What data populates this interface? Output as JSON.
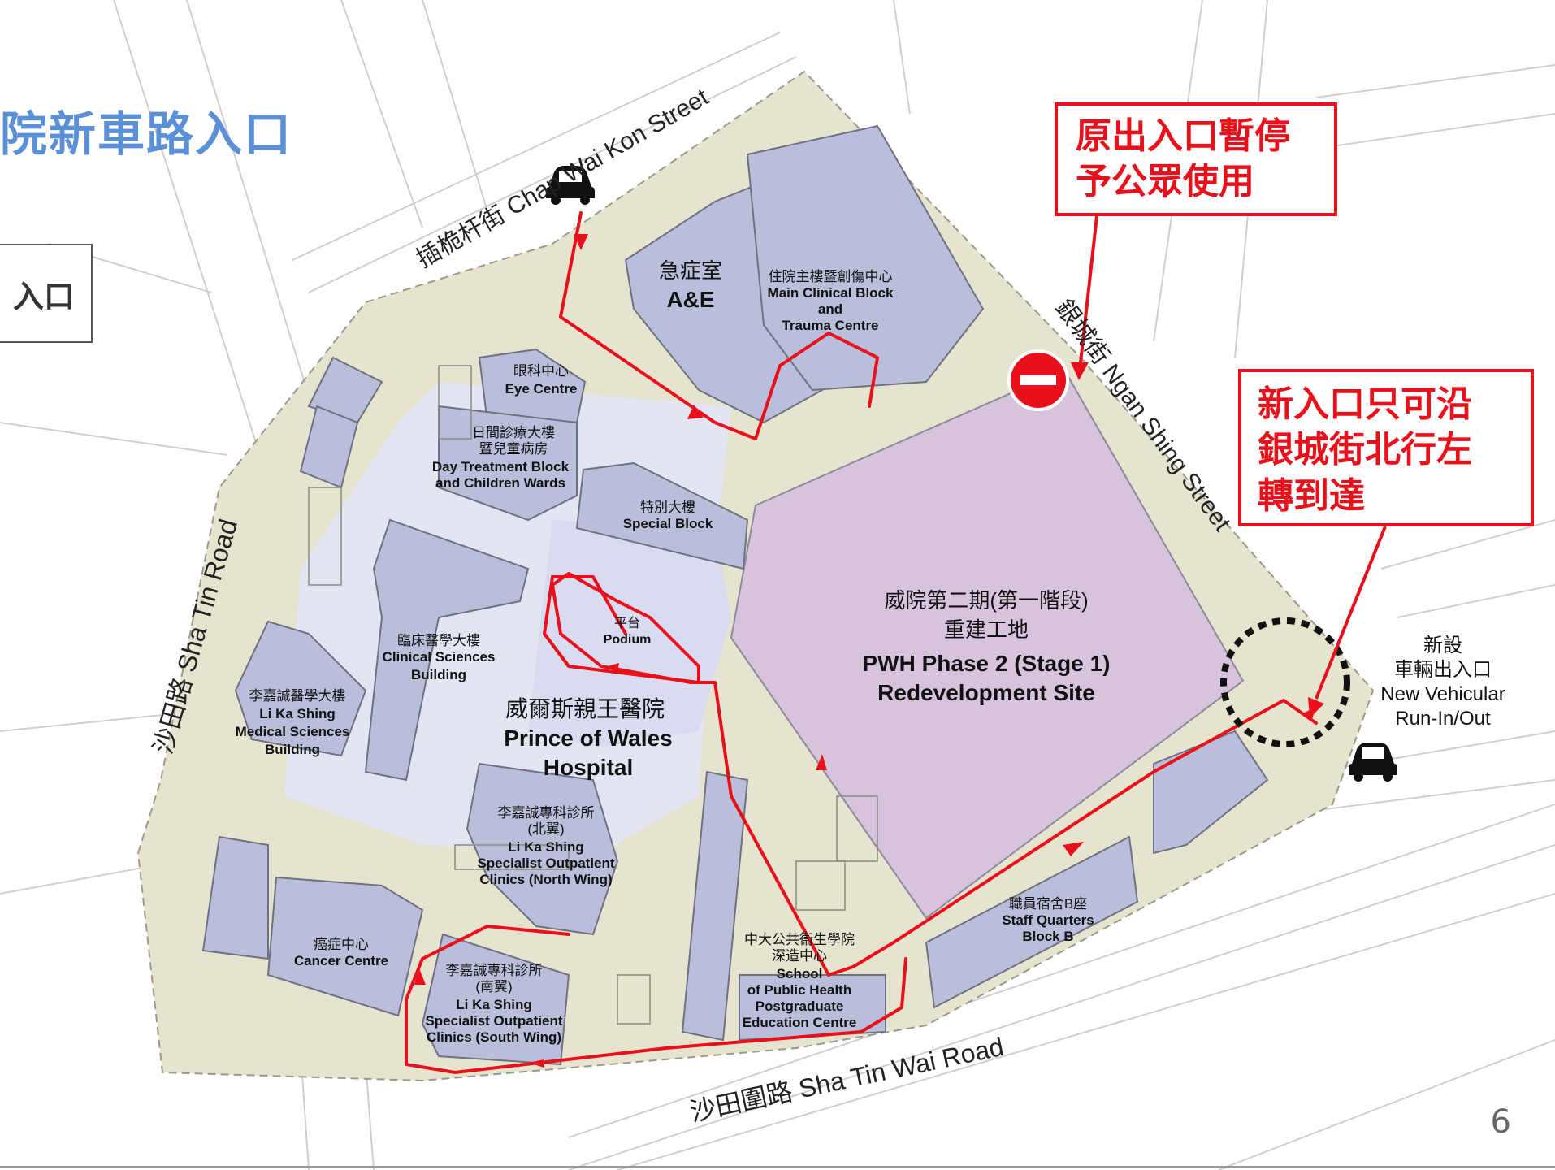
{
  "slide": {
    "title": "院新車路入口",
    "left_box_text": "入口",
    "page_number": "6"
  },
  "callouts": {
    "closed_entrance": [
      "原出入口暫停",
      "予公眾使用"
    ],
    "new_entrance": [
      "新入口只可沿",
      "銀城街北行左",
      "轉到達"
    ]
  },
  "roads": {
    "chap_wai_kon": "插桅杆街 Chap Wai Kon Street",
    "ngan_shing": "銀城街 Ngan Shing Street",
    "sha_tin_road": "沙田路 Sha Tin Road",
    "sha_tin_wai": "沙田圍路 Sha Tin Wai Road"
  },
  "buildings": {
    "ae": {
      "zh": "急症室",
      "en": "A&E"
    },
    "main_clinical": {
      "zh": "住院主樓暨創傷中心",
      "en": [
        "Main Clinical Block",
        "and",
        "Trauma Centre"
      ]
    },
    "eye": {
      "zh": "眼科中心",
      "en": "Eye Centre"
    },
    "day_treatment": {
      "zh": [
        "日間診療大樓",
        "暨兒童病房"
      ],
      "en": [
        "Day Treatment Block",
        "and Children Wards"
      ]
    },
    "special": {
      "zh": "特別大樓",
      "en": "Special Block"
    },
    "podium": {
      "zh": "平台",
      "en": "Podium"
    },
    "clinical_sciences": {
      "zh": "臨床醫學大樓",
      "en": [
        "Clinical Sciences",
        "Building"
      ]
    },
    "lks_medical": {
      "zh": "李嘉誠醫學大樓",
      "en": [
        "Li Ka Shing",
        "Medical Sciences",
        "Building"
      ]
    },
    "pwh": {
      "zh": "威爾斯親王醫院",
      "en": [
        "Prince of Wales",
        "Hospital"
      ]
    },
    "lks_north": {
      "zh": [
        "李嘉誠專科診所",
        "(北翼)"
      ],
      "en": [
        "Li Ka Shing",
        "Specialist Outpatient",
        "Clinics (North Wing)"
      ]
    },
    "cancer": {
      "zh": "癌症中心",
      "en": "Cancer Centre"
    },
    "lks_south": {
      "zh": [
        "李嘉誠專科診所",
        "(南翼)"
      ],
      "en": [
        "Li Ka Shing",
        "Specialist Outpatient",
        "Clinics (South Wing)"
      ]
    },
    "public_health": {
      "zh": [
        "中大公共衞生學院",
        "深造中心"
      ],
      "en": [
        "School",
        "of Public Health",
        "Postgraduate",
        "Education Centre"
      ]
    },
    "staff_quarters": {
      "zh": "職員宿舍B座",
      "en": [
        "Staff Quarters",
        "Block B"
      ]
    },
    "phase2": {
      "zh": [
        "威院第二期(第一階段)",
        "重建工地"
      ],
      "en": [
        "PWH Phase 2 (Stage 1)",
        "Redevelopment Site"
      ]
    }
  },
  "new_vehicular": {
    "zh": [
      "新設",
      "車輛出入口"
    ],
    "en": [
      "New Vehicular",
      "Run-In/Out"
    ]
  },
  "icons": [
    "car-icon",
    "no-entry-icon"
  ],
  "colors": {
    "route": "#e8101a",
    "building": "#b9bedb",
    "site": "#d8c3de",
    "ground": "#e6e4cf",
    "title": "#5b8fd6"
  }
}
